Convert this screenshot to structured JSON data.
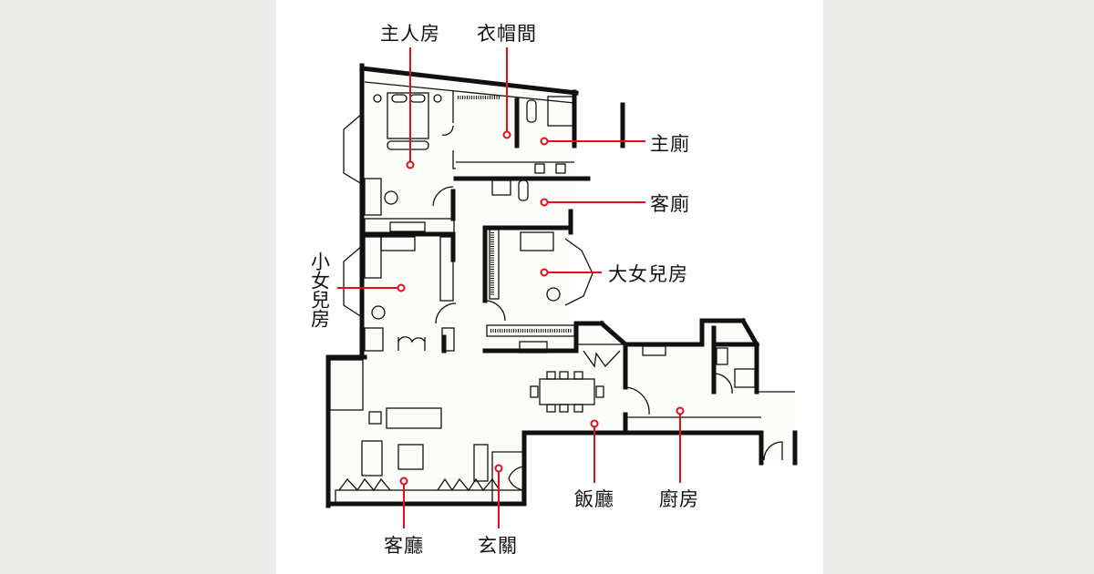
{
  "rooms": {
    "master_bedroom": "主人房",
    "walk_in_closet": "衣帽間",
    "master_bathroom": "主廁",
    "guest_bathroom": "客廁",
    "elder_daughter_room": "大女兒房",
    "younger_daughter_room": "小女兒房",
    "dining_room": "飯廳",
    "kitchen": "廚房",
    "living_room": "客廳",
    "entrance": "玄關"
  },
  "colors": {
    "leader": "#e0101a",
    "wall": "#111111",
    "floor": "#fcfcf9",
    "background": "#ebebe9"
  }
}
